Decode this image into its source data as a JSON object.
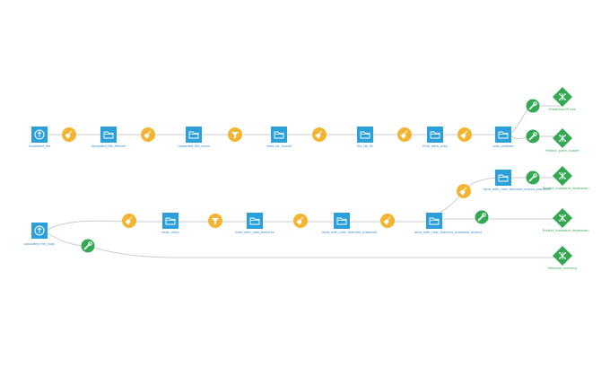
{
  "flow": {
    "top": [
      {
        "name": "dataset-node",
        "kind": "dataset",
        "label": "Uploaded_file",
        "icon": "upload-icon"
      },
      {
        "name": "recipe-node",
        "kind": "recipe",
        "icon": "broom-icon"
      },
      {
        "name": "dataset-node",
        "kind": "dataset",
        "label": "Uploaded_file_filtered",
        "icon": "folder-icon"
      },
      {
        "name": "recipe-node",
        "kind": "recipe",
        "icon": "broom-icon"
      },
      {
        "name": "dataset-node",
        "kind": "dataset",
        "label": "Uploaded_file_clean",
        "icon": "folder-icon"
      },
      {
        "name": "recipe-node",
        "kind": "recipe",
        "icon": "filter-icon"
      },
      {
        "name": "dataset-node",
        "kind": "dataset",
        "label": "data_for_model",
        "icon": "folder-icon"
      },
      {
        "name": "recipe-node",
        "kind": "recipe",
        "icon": "broom-icon"
      },
      {
        "name": "dataset-node",
        "kind": "dataset",
        "label": "file_for_fit",
        "icon": "folder-icon"
      },
      {
        "name": "recipe-node",
        "kind": "recipe",
        "icon": "broom-icon"
      },
      {
        "name": "dataset-node",
        "kind": "dataset",
        "label": "final_data_prep",
        "icon": "folder-icon"
      },
      {
        "name": "recipe-node",
        "kind": "recipe",
        "icon": "broom-icon"
      },
      {
        "name": "dataset-node",
        "kind": "dataset",
        "label": "prep_dataset",
        "icon": "folder-icon"
      }
    ],
    "top_models": [
      {
        "label": "Prediction Prices",
        "icon": "model-icon",
        "train": "wrench-icon"
      },
      {
        "label": "Predict_price_cluster",
        "icon": "model-icon",
        "train": "wrench-icon"
      }
    ],
    "bottom": [
      {
        "name": "dataset-node",
        "kind": "dataset",
        "label": "uploaded_file_copy",
        "icon": "upload-icon"
      },
      {
        "name": "recipe-node",
        "kind": "recipe",
        "icon": "broom-icon"
      },
      {
        "name": "dataset-node",
        "kind": "dataset",
        "label": "data_clean",
        "icon": "folder-icon"
      },
      {
        "name": "recipe-node",
        "kind": "recipe",
        "icon": "filter-icon"
      },
      {
        "name": "dataset-node",
        "kind": "dataset",
        "label": "data_with_new_features",
        "icon": "folder-icon"
      },
      {
        "name": "recipe-node",
        "kind": "recipe",
        "icon": "broom-icon"
      },
      {
        "name": "dataset-node",
        "kind": "dataset",
        "label": "data_with_new_features_prepared",
        "icon": "folder-icon"
      },
      {
        "name": "recipe-node",
        "kind": "recipe",
        "icon": "broom-icon"
      },
      {
        "name": "dataset-node",
        "kind": "dataset",
        "label": "data_with_new_features_prepared_scaled",
        "icon": "folder-icon"
      }
    ],
    "bottom_branch": {
      "recipe_icon": "broom-icon",
      "dataset_label": "data_with_new_features_scaled_prepared",
      "dataset_icon": "folder-icon"
    },
    "bottom_models": [
      {
        "label": "Predict_hardware_regression",
        "icon": "model-icon",
        "train": "wrench-icon"
      },
      {
        "label": "Predict_hardware_regression",
        "icon": "model-icon",
        "train": "wrench-icon"
      },
      {
        "label": "Machine_learning",
        "icon": "model-icon",
        "train": "wrench-icon"
      }
    ]
  },
  "colors": {
    "dataset": "#2b9fd9",
    "recipe": "#f3b531",
    "model": "#34a853",
    "edge": "#c9ced3",
    "label_dataset": "#3b8bcf",
    "label_model": "#34a853"
  }
}
